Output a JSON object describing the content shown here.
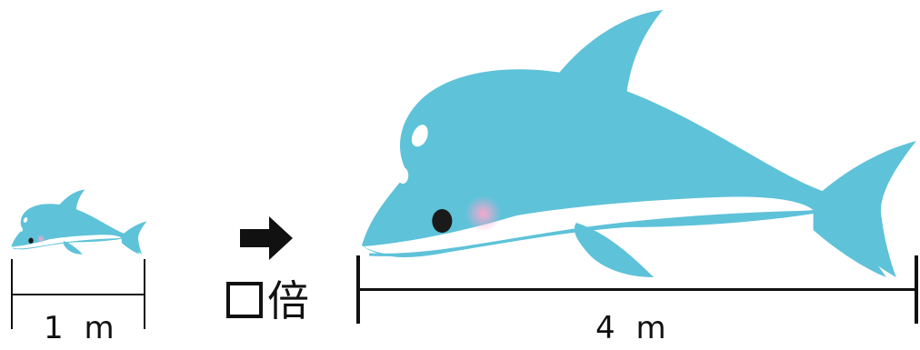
{
  "colors": {
    "dolphin_body": "#5ec2d9",
    "dolphin_belly": "#ffffff",
    "cheek": "#f5a3c8",
    "eye": "#1a1a1a",
    "ink": "#111111"
  },
  "small": {
    "label": "1 m",
    "length": 1,
    "unit": "m"
  },
  "large": {
    "label": "4 m",
    "length": 4,
    "unit": "m"
  },
  "multiplier": {
    "suffix": "倍"
  },
  "icons": {
    "arrow": "arrow-right-icon",
    "blank": "blank-box-icon"
  }
}
